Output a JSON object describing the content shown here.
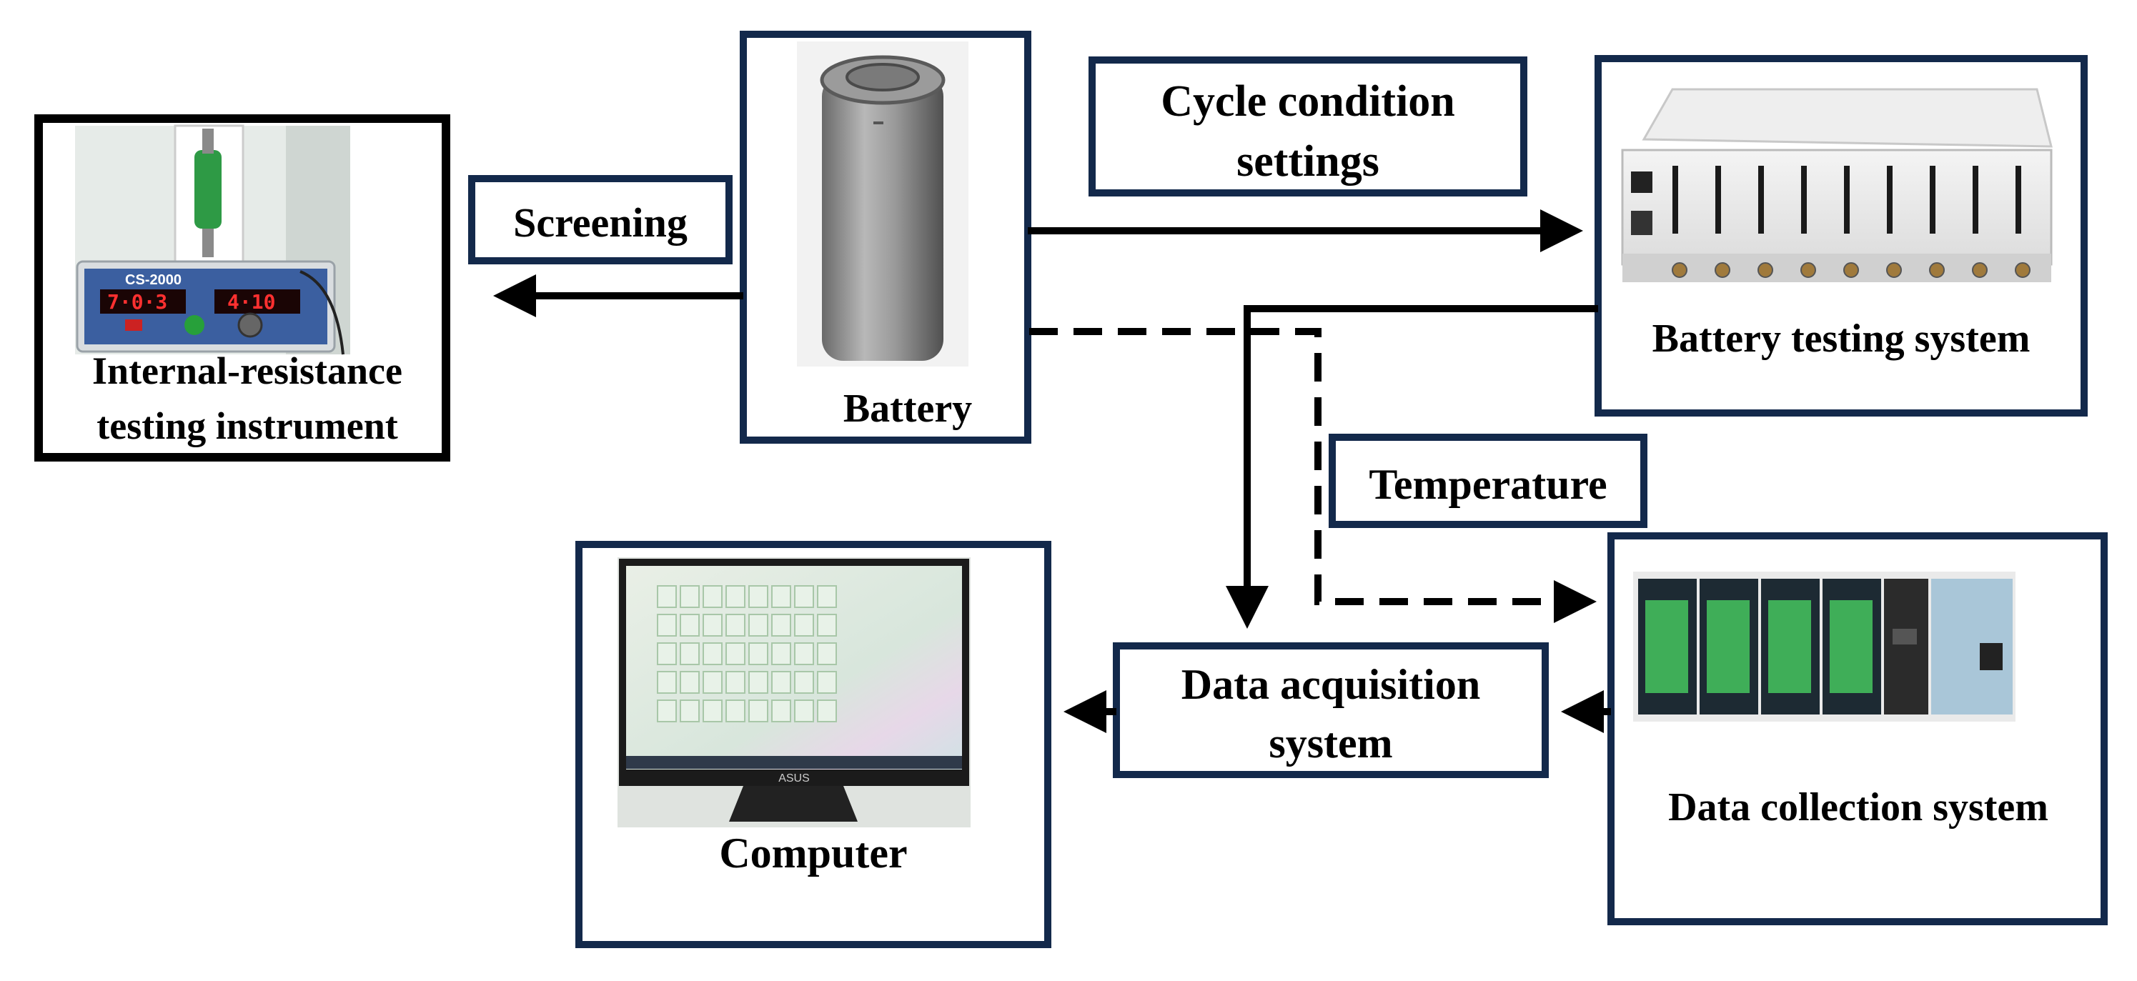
{
  "nodes": {
    "internal_resistance": {
      "label_line1": "Internal-resistance",
      "label_line2": "testing instrument",
      "display_left": "7·0·3",
      "display_right": "4·10",
      "model_text": "CS-2000"
    },
    "battery": {
      "label": "Battery"
    },
    "cycle_condition": {
      "label_line1": "Cycle condition",
      "label_line2": "settings"
    },
    "battery_testing": {
      "label": "Battery testing system"
    },
    "screening": {
      "label": "Screening"
    },
    "temperature": {
      "label": "Temperature"
    },
    "data_collection": {
      "label": "Data collection system"
    },
    "data_acquisition": {
      "label_line1": "Data acquisition",
      "label_line2": "system"
    },
    "computer": {
      "label": "Computer",
      "monitor_brand": "ASUS"
    }
  },
  "colors": {
    "box_border": "#13294b",
    "arrow": "#000000",
    "instrument_border": "#000000"
  }
}
